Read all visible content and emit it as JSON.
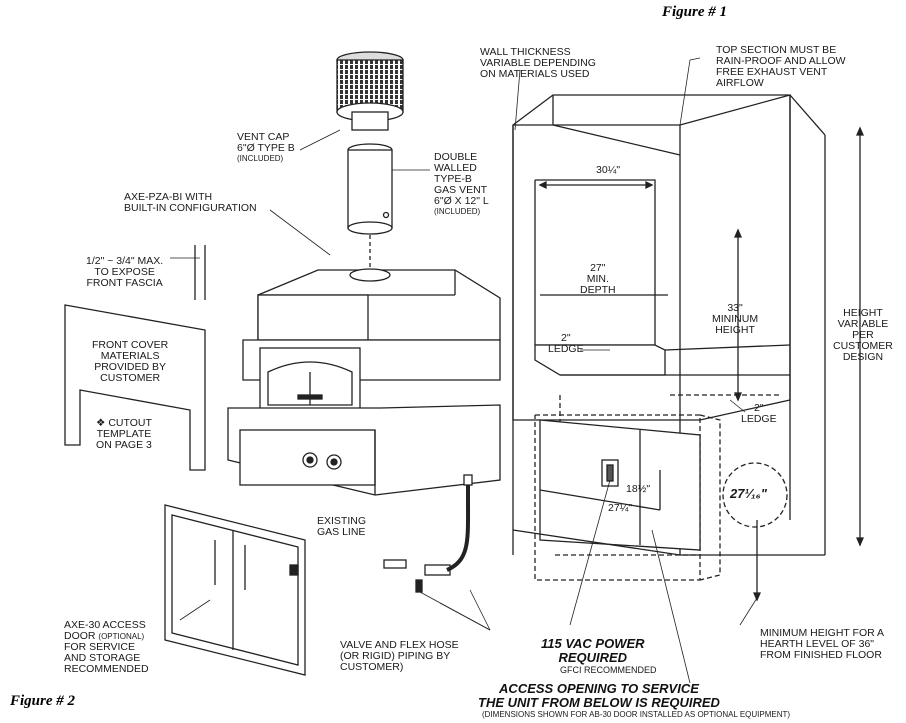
{
  "figure1": "Figure # 1",
  "figure2": "Figure # 2",
  "labels": {
    "wall_thickness": [
      "WALL THICKNESS",
      "VARIABLE DEPENDING",
      "ON MATERIALS USED"
    ],
    "top_section": [
      "TOP SECTION MUST BE",
      "RAIN-PROOF AND ALLOW",
      "FREE EXHAUST VENT",
      "AIRFLOW"
    ],
    "vent_cap": [
      "VENT CAP",
      "6\"Ø TYPE B"
    ],
    "vent_cap_sub": "(INCLUDED)",
    "double_walled": [
      "DOUBLE",
      "WALLED",
      "TYPE-B",
      "GAS VENT",
      "6\"Ø x 12\" L"
    ],
    "double_walled_sub": "(INCLUDED)",
    "axe_pza": [
      "AXE-PZA-BI WITH",
      "BUILT-IN CONFIGURATION"
    ],
    "fascia": [
      "1/2\" ~ 3/4\" MAX.",
      "TO EXPOSE",
      "FRONT FASCIA"
    ],
    "front_cover": [
      "FRONT COVER",
      "MATERIALS",
      "PROVIDED BY",
      "CUSTOMER"
    ],
    "cutout": [
      "❖  CUTOUT",
      "TEMPLATE",
      "ON PAGE 3"
    ],
    "height_variable": [
      "HEIGHT",
      "VARIABLE",
      "PER",
      "CUSTOMER",
      "DESIGN"
    ],
    "depth": [
      "27\"",
      "MIN.",
      "DEPTH"
    ],
    "min_height": [
      "33\"",
      "MININUM",
      "HEIGHT"
    ],
    "ledge_left": [
      "2\"",
      "LEDGE"
    ],
    "ledge_right": [
      "2\"",
      "LEDGE"
    ],
    "existing_gas": [
      "EXISTING",
      "GAS LINE"
    ],
    "axe30": [
      "AXE-30 ACCESS",
      "DOOR"
    ],
    "axe30_optional": "(OPTIONAL)",
    "axe30_rest": [
      "FOR SERVICE",
      "AND STORAGE",
      "RECOMMENDED"
    ],
    "valve": [
      "VALVE AND FLEX HOSE",
      "(OR RIGID) PIPING BY",
      "CUSTOMER)"
    ],
    "vac_power": [
      "115 VAC POWER",
      "REQUIRED"
    ],
    "gfci": "GFCI  RECOMMENDED",
    "min_hearth": [
      "MINIMUM HEIGHT FOR A",
      "HEARTH LEVEL OF 36\"",
      "FROM FINISHED FLOOR"
    ],
    "access_opening": [
      "ACCESS OPENING TO SERVICE",
      "THE UNIT FROM BELOW IS REQUIRED"
    ],
    "access_dims": "(DIMENSIONS SHOWN FOR AB-30 DOOR INSTALLED AS OPTIONAL EQUIPMENT)"
  },
  "dims": {
    "d30": "30¼\"",
    "d18": "18½\"",
    "d27b": "27¼\"",
    "d27c": "27¹⁄₁₆\""
  }
}
